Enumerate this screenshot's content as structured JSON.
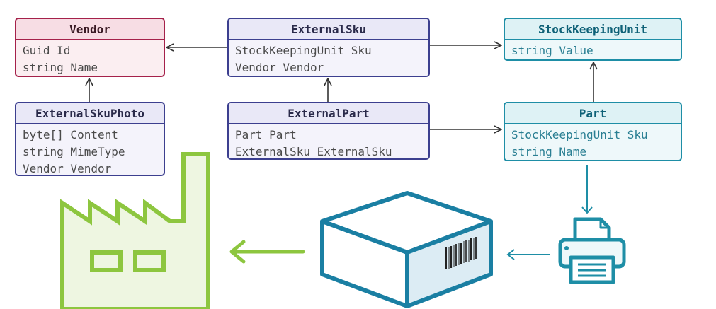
{
  "entities": {
    "vendor": {
      "title": "Vendor",
      "fields": [
        "Guid Id",
        "string Name"
      ]
    },
    "external_sku": {
      "title": "ExternalSku",
      "fields": [
        "StockKeepingUnit Sku",
        "Vendor Vendor"
      ]
    },
    "stock_keeping_unit": {
      "title": "StockKeepingUnit",
      "fields": [
        "string Value"
      ]
    },
    "external_sku_photo": {
      "title": "ExternalSkuPhoto",
      "fields": [
        "byte[] Content",
        "string MimeType",
        "Vendor Vendor"
      ]
    },
    "external_part": {
      "title": "ExternalPart",
      "fields": [
        "Part Part",
        "ExternalSku ExternalSku"
      ]
    },
    "part": {
      "title": "Part",
      "fields": [
        "StockKeepingUnit Sku",
        "string Name"
      ]
    }
  },
  "relations": [
    {
      "from": "ExternalSku",
      "to": "Vendor"
    },
    {
      "from": "ExternalSku",
      "to": "StockKeepingUnit"
    },
    {
      "from": "ExternalSkuPhoto",
      "to": "Vendor"
    },
    {
      "from": "ExternalPart",
      "to": "ExternalSku"
    },
    {
      "from": "ExternalPart",
      "to": "Part"
    },
    {
      "from": "Part",
      "to": "StockKeepingUnit"
    }
  ],
  "illustration": {
    "icons": [
      "factory-icon",
      "package-box-icon",
      "printer-icon"
    ],
    "flow": [
      "printer-icon",
      "package-box-icon",
      "factory-icon"
    ]
  },
  "colors": {
    "vendor_border": "#a5214a",
    "vendor_fill": "#f7dde4",
    "purple_border": "#3c3f8f",
    "purple_fill": "#e9e8f7",
    "teal_border": "#1e8ea6",
    "teal_fill": "#def2f5",
    "factory_green": "#8dc63f",
    "box_blue": "#1a7fa3"
  }
}
